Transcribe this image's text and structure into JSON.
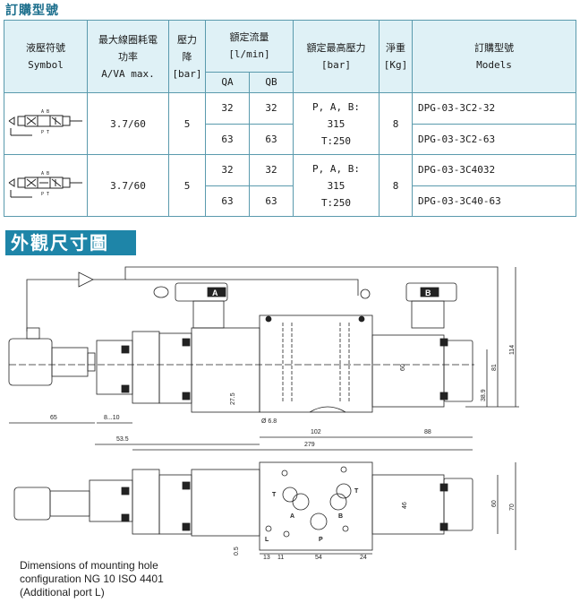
{
  "section_title": "訂購型號",
  "headers": {
    "symbol": [
      "液壓符號",
      "Symbol"
    ],
    "power": [
      "最大線圈耗電",
      "功率",
      "A/VA max."
    ],
    "pressure_drop": [
      "壓力",
      "降",
      "[bar]"
    ],
    "flow": [
      "額定流量",
      "[l/min]"
    ],
    "flow_qa": "QA",
    "flow_qb": "QB",
    "max_pressure": [
      "額定最高壓力",
      "[bar]"
    ],
    "weight": [
      "淨重",
      "[Kg]"
    ],
    "models": [
      "訂購型號",
      "Models"
    ]
  },
  "rows": [
    {
      "power": "3.7/60",
      "drop": "5",
      "qa": [
        "32",
        "63"
      ],
      "qb": [
        "32",
        "63"
      ],
      "pressure": [
        "P, A, B:",
        "315",
        "T:250"
      ],
      "weight": "8",
      "models": [
        "DPG-03-3C2-32",
        "DPG-03-3C2-63"
      ]
    },
    {
      "power": "3.7/60",
      "drop": "5",
      "qa": [
        "32",
        "63"
      ],
      "qb": [
        "32",
        "63"
      ],
      "pressure": [
        "P, A, B:",
        "315",
        "T:250"
      ],
      "weight": "8",
      "models": [
        "DPG-03-3C4032",
        "DPG-03-3C40-63"
      ]
    }
  ],
  "banner": "外觀尺寸圖",
  "dimensions": {
    "d65": "65",
    "d8_10": "8...10",
    "d53_5": "53.5",
    "d279": "279",
    "d102": "102",
    "d88": "88",
    "d6_8": "Ø 6.8",
    "d27_5": "27.5",
    "d60": "60",
    "d38_9": "38.9",
    "d81": "81",
    "d114": "114",
    "d13": "13",
    "d11": "11",
    "d54": "54",
    "d24": "24",
    "d0_5": "0.5",
    "d46": "46",
    "d60b": "60",
    "d70": "70",
    "coil_a": "A",
    "coil_b": "B",
    "port_t": "T",
    "port_a": "A",
    "port_b": "B",
    "port_p": "P",
    "port_l": "L",
    "port_t2": "T"
  },
  "note": [
    "Dimensions of mounting hole",
    "configuration NG 10 ISO 4401",
    "(Additional port L)"
  ]
}
